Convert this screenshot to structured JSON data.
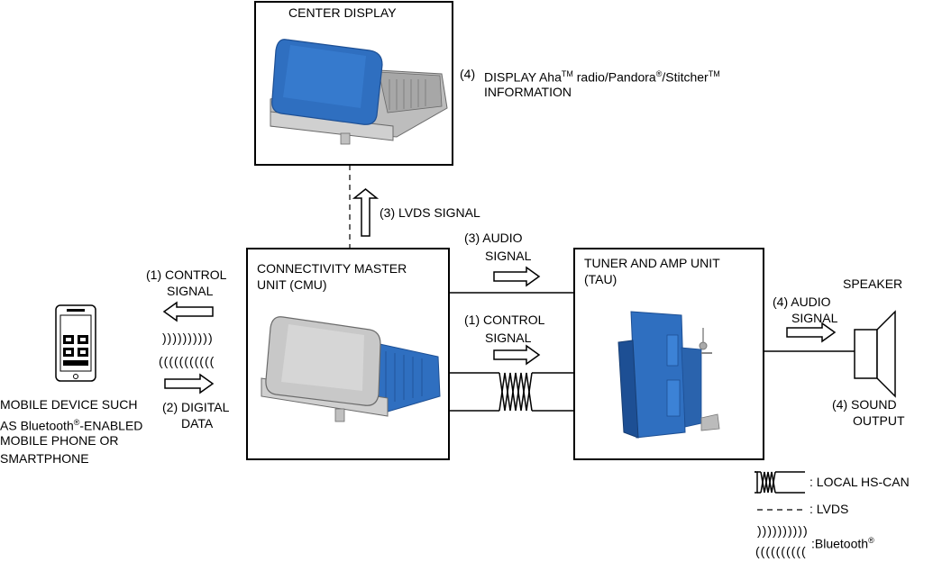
{
  "boxes": {
    "center_display": "CENTER DISPLAY",
    "cmu_line1": "CONNECTIVITY MASTER",
    "cmu_line2": "UNIT (CMU)",
    "tau_line1": "TUNER AND AMP UNIT",
    "tau_line2": "(TAU)"
  },
  "labels": {
    "display_num": "(4)",
    "display_line1_a": "DISPLAY Aha",
    "display_tm1": "TM",
    "display_line1_b": " radio/Pandora",
    "display_reg": "®",
    "display_line1_c": "/Stitcher",
    "display_tm2": "TM",
    "display_line2": "INFORMATION",
    "lvds_signal": "(3) LVDS SIGNAL",
    "audio_signal_3_line1": "(3) AUDIO",
    "audio_signal_3_line2": "SIGNAL",
    "control_signal_cmu_line1": "(1) CONTROL",
    "control_signal_cmu_line2": "SIGNAL",
    "control_signal_phone_line1": "(1) CONTROL",
    "control_signal_phone_line2": "SIGNAL",
    "digital_data_line1": "(2) DIGITAL",
    "digital_data_line2": "DATA",
    "speaker": "SPEAKER",
    "audio_signal_4_line1": "(4) AUDIO",
    "audio_signal_4_line2": "SIGNAL",
    "sound_output_line1": "(4) SOUND",
    "sound_output_line2": "OUTPUT",
    "mobile_line1": "MOBILE DEVICE SUCH",
    "mobile_line2_a": "AS Bluetooth",
    "mobile_reg": "®",
    "mobile_line2_b": "-ENABLED",
    "mobile_line3": "MOBILE PHONE OR",
    "mobile_line4": "SMARTPHONE",
    "bt_waves_out": "))))))))))",
    "bt_waves_in": "((((((((((("
  },
  "legend": {
    "local_hs_can": ": LOCAL HS-CAN",
    "lvds": ": LVDS",
    "bluetooth_prefix": ":Bluetooth",
    "bluetooth_reg": "®",
    "bt_waves_out": "))))))))))",
    "bt_waves_in": "(((((((((("
  },
  "colors": {
    "unit_blue": "#2f6fc0",
    "unit_blue_dark": "#1d4f94",
    "screen_gray": "#c8c8c8",
    "frame_gray": "#9a9a9a"
  }
}
